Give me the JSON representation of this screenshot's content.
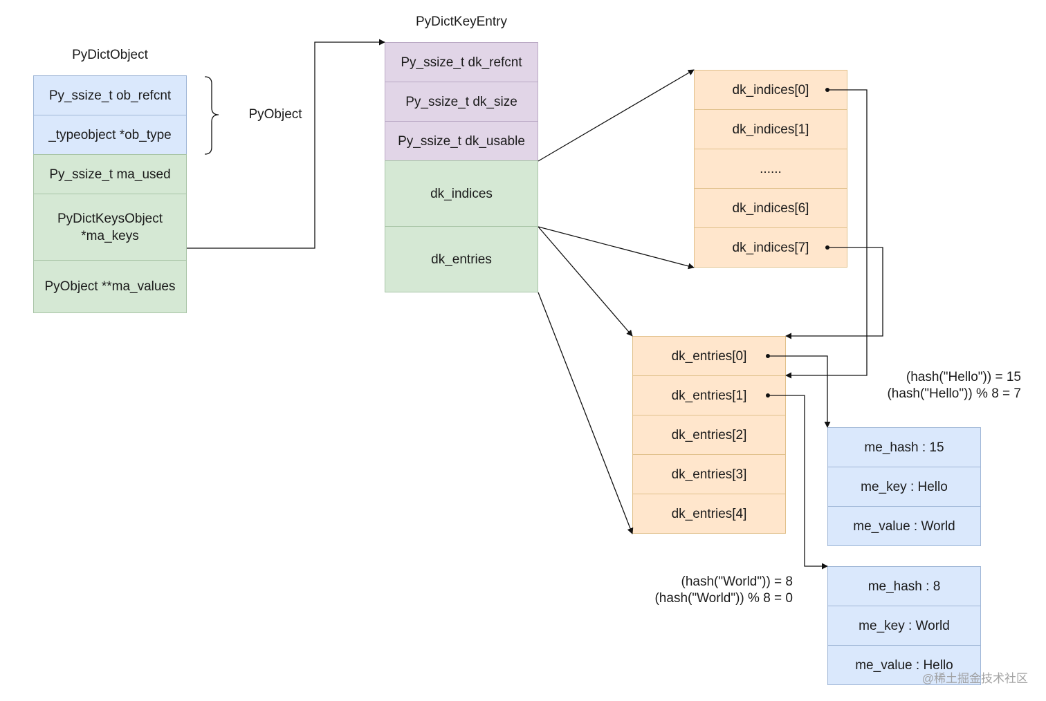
{
  "dict_object": {
    "title": "PyDictObject",
    "fields": [
      "Py_ssize_t ob_refcnt",
      "_typeobject *ob_type",
      "Py_ssize_t ma_used",
      "PyDictKeysObject\n*ma_keys",
      "PyObject **ma_values"
    ]
  },
  "pyobject_label": "PyObject",
  "key_entry": {
    "title": "PyDictKeyEntry",
    "fields": [
      "Py_ssize_t dk_refcnt",
      "Py_ssize_t dk_size",
      "Py_ssize_t dk_usable",
      "dk_indices",
      "dk_entries"
    ]
  },
  "indices": [
    "dk_indices[0]",
    "dk_indices[1]",
    "......",
    "dk_indices[6]",
    "dk_indices[7]"
  ],
  "entries": [
    "dk_entries[0]",
    "dk_entries[1]",
    "dk_entries[2]",
    "dk_entries[3]",
    "dk_entries[4]"
  ],
  "entry_hello": [
    "me_hash : 15",
    "me_key : Hello",
    "me_value : World"
  ],
  "entry_world": [
    "me_hash : 8",
    "me_key : World",
    "me_value : Hello"
  ],
  "note_hello": [
    "(hash(\"Hello\")) = 15",
    "(hash(\"Hello\")) % 8 = 7"
  ],
  "note_world": [
    "(hash(\"World\")) = 8",
    "(hash(\"World\")) % 8 = 0"
  ],
  "watermark": "@稀土掘金技术社区",
  "colors": {
    "blue": "#dae8fc",
    "green": "#d5e8d4",
    "purple": "#e1d5e7",
    "orange": "#ffe6cc",
    "line": "#111111"
  }
}
